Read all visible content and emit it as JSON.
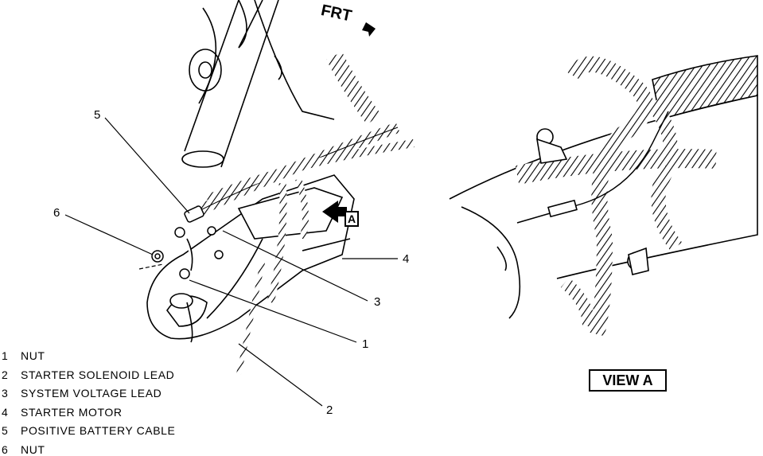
{
  "direction_label": "FRT",
  "view_callout": "A",
  "view_label": "VIEW A",
  "callouts": [
    "5",
    "6",
    "4",
    "3",
    "1",
    "2"
  ],
  "legend": [
    {
      "num": "1",
      "text": "NUT"
    },
    {
      "num": "2",
      "text": "STARTER SOLENOID LEAD"
    },
    {
      "num": "3",
      "text": "SYSTEM VOLTAGE LEAD"
    },
    {
      "num": "4",
      "text": "STARTER MOTOR"
    },
    {
      "num": "5",
      "text": "POSITIVE BATTERY CABLE"
    },
    {
      "num": "6",
      "text": "NUT"
    }
  ],
  "colors": {
    "ink": "#000000",
    "paper": "#ffffff"
  }
}
